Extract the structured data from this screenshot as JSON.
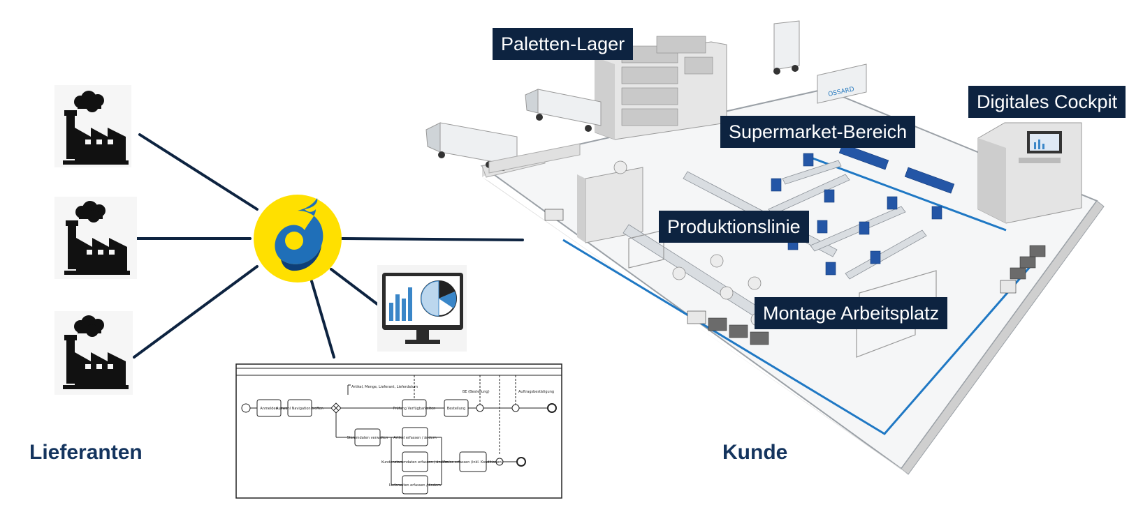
{
  "labels": {
    "paletten_lager": "Paletten-Lager",
    "digitales_cockpit": "Digitales Cockpit",
    "supermarket": "Supermarket-Bereich",
    "produktionslinie": "Produktionslinie",
    "montage": "Montage Arbeitsplatz",
    "lieferanten": "Lieferanten",
    "kunde": "Kunde"
  },
  "truck_brand": "OSSARD",
  "bpmn": {
    "tasks": [
      "Anmelden",
      "Auswahl Navigation treffen",
      "Prüfung Verfügbarkeiten",
      "Bestellung",
      "Stammdaten verwalten",
      "Artikel erfassen / ändern",
      "Kundenstammdaten erfassen / ändern",
      "Preise erfassen (inkl. Konditionen)",
      "Lieferanten erfassen / ändern"
    ],
    "annotation": "Artikel, Menge, Lieferant, Lieferdatum",
    "message_1": "BE (Bestellung)",
    "message_2": "Auftragsbestätigung"
  },
  "colors": {
    "navy": "#0d2340",
    "heading": "#14345e",
    "hub_yellow": "#ffe000",
    "hub_blue": "#1f6fb8",
    "floor_line": "#1f78c4",
    "chart_blue": "#3a86c8"
  },
  "icons": [
    "factory-icon",
    "hub-logo-icon",
    "dashboard-monitor-icon",
    "bpmn-process-diagram"
  ]
}
